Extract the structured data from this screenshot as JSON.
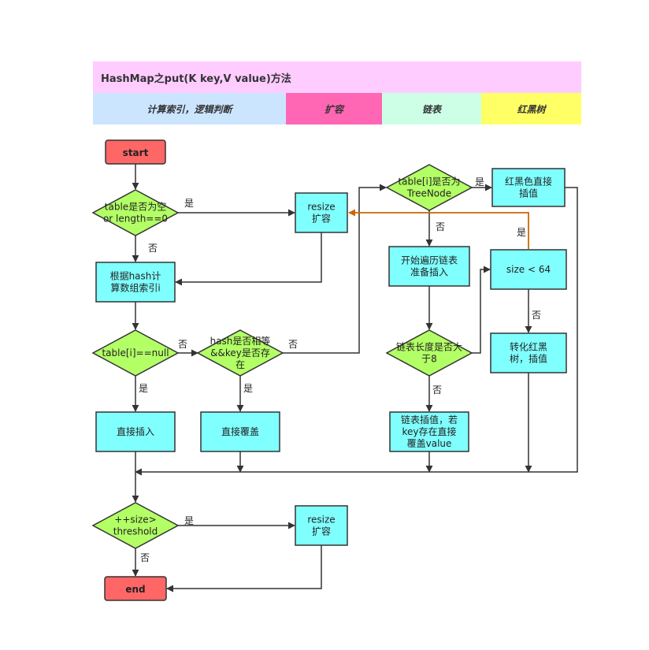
{
  "title": "HashMap之put(K key,V value)方法",
  "legend": [
    {
      "label": "计算索引，逻辑判断",
      "color": "#cce5ff"
    },
    {
      "label": "扩容",
      "color": "#ff66b3"
    },
    {
      "label": "链表",
      "color": "#ccffe6"
    },
    {
      "label": "红黑树",
      "color": "#ffff66"
    }
  ],
  "colors": {
    "terminal": "#ff6666",
    "process": "#80ffff",
    "decision": "#b3ff66",
    "line": "#333333",
    "highlight_line": "#cc6600"
  },
  "nodes": {
    "start": "start",
    "end": "end",
    "d_table_empty": [
      "table是否为空",
      "or length==0"
    ],
    "p_resize1": [
      "resize",
      "扩容"
    ],
    "p_index": [
      "根据hash计",
      "算数组索引i"
    ],
    "d_slot_null": [
      "table[i]==null"
    ],
    "d_hash_equal": [
      "hash是否相等",
      "&&key是否存",
      "在"
    ],
    "p_direct_insert": [
      "直接插入"
    ],
    "p_overwrite": [
      "直接覆盖"
    ],
    "d_treenode": [
      "table[i]是否为",
      "TreeNode"
    ],
    "p_tree_insert": [
      "红黑色直接",
      "插值"
    ],
    "p_traverse": [
      "开始遍历链表",
      "准备插入"
    ],
    "p_size64": [
      "size < 64"
    ],
    "d_len8": [
      "链表长度是否大",
      "于8"
    ],
    "p_treeify": [
      "转化红黑",
      "树，插值"
    ],
    "p_list_insert": [
      "链表插值，若",
      "key存在直接",
      "覆盖value"
    ],
    "d_threshold": [
      "++size>",
      "threshold"
    ],
    "p_resize2": [
      "resize",
      "扩容"
    ]
  },
  "labels": {
    "yes": "是",
    "no": "否"
  }
}
